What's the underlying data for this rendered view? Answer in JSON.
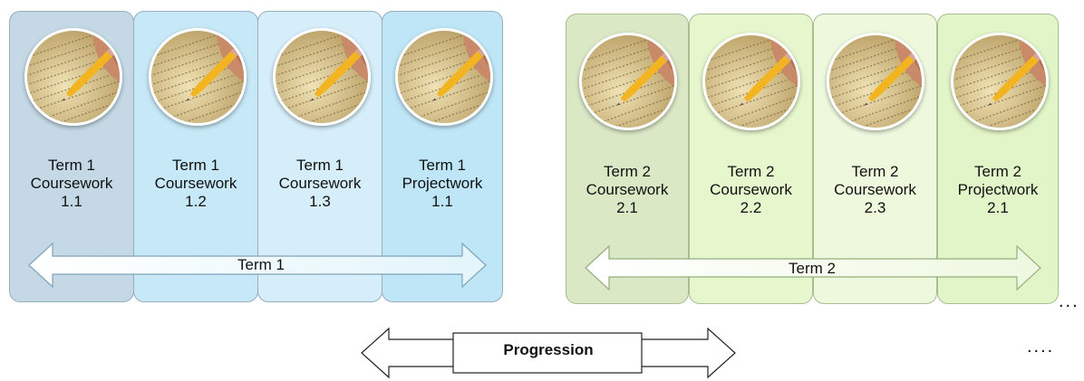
{
  "term1": {
    "cards": [
      {
        "term": "Term 1",
        "work": "Coursework",
        "number": "1.1",
        "color": "#c4d9e5"
      },
      {
        "term": "Term 1",
        "work": "Coursework",
        "number": "1.2",
        "color": "#c7e8f7"
      },
      {
        "term": "Term 1",
        "work": "Coursework",
        "number": "1.3",
        "color": "#d6eef9"
      },
      {
        "term": "Term 1",
        "work": "Projectwork",
        "number": "1.1",
        "color": "#bfe6f7"
      }
    ],
    "arrow_label": "Term 1"
  },
  "term2": {
    "cards": [
      {
        "term": "Term 2",
        "work": "Coursework",
        "number": "2.1",
        "color": "#dbe8c6"
      },
      {
        "term": "Term 2",
        "work": "Coursework",
        "number": "2.2",
        "color": "#e6f6cd"
      },
      {
        "term": "Term 2",
        "work": "Coursework",
        "number": "2.3",
        "color": "#eef8dd"
      },
      {
        "term": "Term 2",
        "work": "Projectwork",
        "number": "2.1",
        "color": "#e2f5c8"
      }
    ],
    "arrow_label": "Term 2"
  },
  "progression": {
    "label": "Progression"
  },
  "ellipsis_right": "...",
  "ellipsis_bottom": "...."
}
